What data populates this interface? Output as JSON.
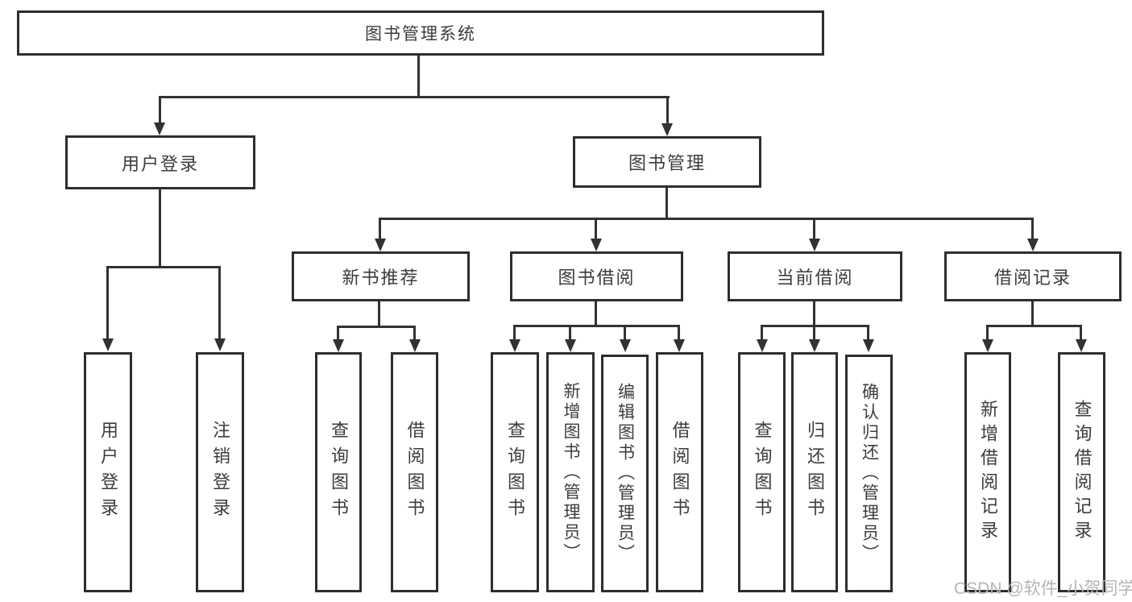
{
  "diagram": {
    "title": "图书管理系统",
    "level2": {
      "user_login": "用户登录",
      "book_mgmt": "图书管理"
    },
    "level3": {
      "new_book_rec": "新书推荐",
      "book_borrow": "图书借阅",
      "current_borrow": "当前借阅",
      "borrow_records": "借阅记录"
    },
    "leaves": {
      "ul_login": "用户登录",
      "ul_logout": "注销登录",
      "nbr_query": "查询图书",
      "nbr_borrow": "借阅图书",
      "bb_query": "查询图书",
      "bb_add": "新增图书（管理员）",
      "bb_edit": "编辑图书（管理员）",
      "bb_borrow": "借阅图书",
      "cb_query": "查询图书",
      "cb_return": "归还图书",
      "cb_confirm": "确认归还（管理员）",
      "br_add": "新增借阅记录",
      "br_query": "查询借阅记录"
    }
  },
  "colors": {
    "line": "#323232",
    "border": "#2e2e2e",
    "text": "#3c3c3c",
    "watermark": "#b5b5b5",
    "background": "#ffffff"
  },
  "watermark": "CSDN @软件_小贺同学"
}
